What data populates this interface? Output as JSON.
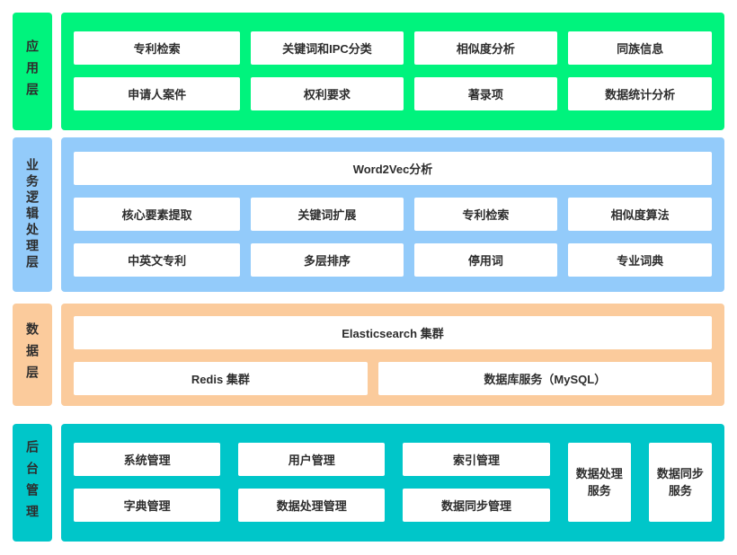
{
  "colors": {
    "app_green": "#00F37D",
    "logic_blue": "#93CBFA",
    "data_orange": "#FBCB9C",
    "admin_teal": "#00C6C9",
    "box_white": "#FFFFFF",
    "text_dark": "#2D2D2D",
    "page_bg": "#FFFFFF"
  },
  "layers": {
    "application": {
      "label": "应用层",
      "boxes": [
        "专利检索",
        "关键词和IPC分类",
        "相似度分析",
        "同族信息",
        "申请人案件",
        "权利要求",
        "著录项",
        "数据统计分析"
      ]
    },
    "business_logic": {
      "label": "业务逻辑处理层",
      "full_box": "Word2Vec分析",
      "boxes": [
        "核心要素提取",
        "关键词扩展",
        "专利检索",
        "相似度算法",
        "中英文专利",
        "多层排序",
        "停用词",
        "专业词典"
      ]
    },
    "data": {
      "label": "数据层",
      "full_box": "Elasticsearch 集群",
      "boxes": [
        "Redis 集群",
        "数据库服务（MySQL）"
      ]
    },
    "admin": {
      "label": "后台管理",
      "tall_boxes": [
        "数据处理服务",
        "数据同步服务"
      ],
      "boxes": [
        "系统管理",
        "用户管理",
        "索引管理",
        "字典管理",
        "数据处理管理",
        "数据同步管理"
      ]
    }
  }
}
